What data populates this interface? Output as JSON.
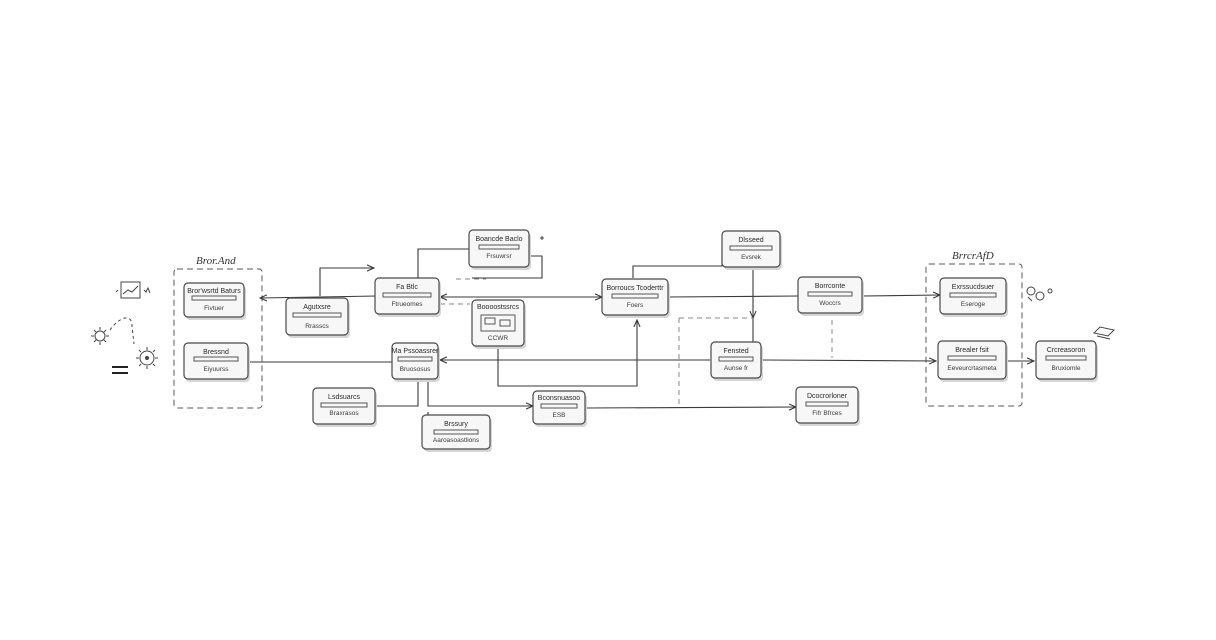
{
  "groups": [
    {
      "id": "left",
      "label": "Bror.And"
    },
    {
      "id": "right",
      "label": "BrrcrAfD"
    }
  ],
  "nodes": [
    {
      "id": "n1",
      "title": "Bror'wsrtd Baturs",
      "sub": "Fivtuer"
    },
    {
      "id": "n2",
      "title": "Bressnd",
      "sub": "Eiyuurss"
    },
    {
      "id": "n3",
      "title": "Agutxsre",
      "sub": "Rrasscs"
    },
    {
      "id": "n4",
      "title": "Fa Btlc",
      "sub": "Ftrueomes"
    },
    {
      "id": "n5",
      "title": "Boancde Baclo",
      "sub": "Frsuwrsr"
    },
    {
      "id": "n6",
      "title": "Boooostssrcs",
      "sub": "CCWR"
    },
    {
      "id": "n7",
      "title": "Ma Pssoassrer",
      "sub": "Bruososus"
    },
    {
      "id": "n8",
      "title": "Lsdsuarcs",
      "sub": "Braxrasos"
    },
    {
      "id": "n9",
      "title": "Brssury",
      "sub": "Aaroasoastlions"
    },
    {
      "id": "n10",
      "title": "Bconsnuasoo",
      "sub": "ESB"
    },
    {
      "id": "n11",
      "title": "Borroucs Tcoderttr",
      "sub": "Foers"
    },
    {
      "id": "n12",
      "title": "Dlsseed",
      "sub": "Evsrek"
    },
    {
      "id": "n13",
      "title": "Fensted",
      "sub": "Aunse fr"
    },
    {
      "id": "n14",
      "title": "Borrconte",
      "sub": "Woccrs"
    },
    {
      "id": "n15",
      "title": "Dcocrorloner",
      "sub": "Fifr Bfrces"
    },
    {
      "id": "n16",
      "title": "Exrssucdsuer",
      "sub": "Eseroge"
    },
    {
      "id": "n17",
      "title": "Brealer fsit",
      "sub": "Eeveurcrtasmeta"
    },
    {
      "id": "n18",
      "title": "Crcreasoron",
      "sub": "Bruxiomle"
    }
  ],
  "decorations": [
    {
      "id": "mini-chart",
      "icon": "chart-icon"
    },
    {
      "id": "gear-left-small",
      "icon": "gear-icon"
    },
    {
      "id": "gear-left",
      "icon": "gear-icon"
    },
    {
      "id": "equals-mark",
      "icon": "equals-icon"
    },
    {
      "id": "right-circles",
      "icon": "circles-icon"
    },
    {
      "id": "right-flag",
      "icon": "flag-icon"
    }
  ]
}
